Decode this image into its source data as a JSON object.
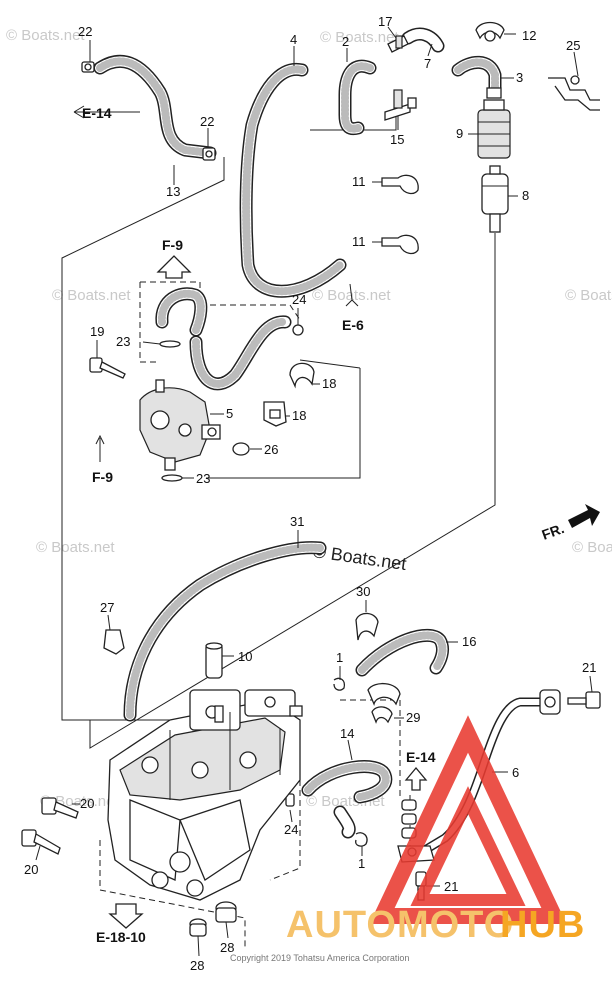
{
  "watermarks": [
    "© Boats.net",
    "© Boats.net",
    "© Boats.net",
    "© Boats.net",
    "© Boats.net",
    "© Boats.net",
    "© Boats.net",
    "© Boats.net",
    "© Boats.net"
  ],
  "watermark_center": "© Boats.net",
  "references": {
    "e14_top": "E-14",
    "f9_top": "F-9",
    "e6": "E-6",
    "f9_mid": "F-9",
    "e14_bottom": "E-14",
    "e1810": "E-18-10",
    "fr": "FR."
  },
  "callouts": [
    {
      "id": "c22a",
      "label": "22"
    },
    {
      "id": "c4",
      "label": "4"
    },
    {
      "id": "c2",
      "label": "2"
    },
    {
      "id": "c17",
      "label": "17"
    },
    {
      "id": "c7",
      "label": "7"
    },
    {
      "id": "c12",
      "label": "12"
    },
    {
      "id": "c25",
      "label": "25"
    },
    {
      "id": "c3",
      "label": "3"
    },
    {
      "id": "c22b",
      "label": "22"
    },
    {
      "id": "c15",
      "label": "15"
    },
    {
      "id": "c9",
      "label": "9"
    },
    {
      "id": "c13",
      "label": "13"
    },
    {
      "id": "c11a",
      "label": "11"
    },
    {
      "id": "c8",
      "label": "8"
    },
    {
      "id": "c11b",
      "label": "11"
    },
    {
      "id": "c24a",
      "label": "24"
    },
    {
      "id": "c19",
      "label": "19"
    },
    {
      "id": "c23a",
      "label": "23"
    },
    {
      "id": "c18a",
      "label": "18"
    },
    {
      "id": "c5",
      "label": "5"
    },
    {
      "id": "c18b",
      "label": "18"
    },
    {
      "id": "c26",
      "label": "26"
    },
    {
      "id": "c23b",
      "label": "23"
    },
    {
      "id": "c31",
      "label": "31"
    },
    {
      "id": "c30",
      "label": "30"
    },
    {
      "id": "c27",
      "label": "27"
    },
    {
      "id": "c16",
      "label": "16"
    },
    {
      "id": "c10",
      "label": "10"
    },
    {
      "id": "c21a",
      "label": "21"
    },
    {
      "id": "c1a",
      "label": "1"
    },
    {
      "id": "c29",
      "label": "29"
    },
    {
      "id": "c14",
      "label": "14"
    },
    {
      "id": "c6",
      "label": "6"
    },
    {
      "id": "c20a",
      "label": "20"
    },
    {
      "id": "c24b",
      "label": "24"
    },
    {
      "id": "c20b",
      "label": "20"
    },
    {
      "id": "c1b",
      "label": "1"
    },
    {
      "id": "c21b",
      "label": "21"
    },
    {
      "id": "c28a",
      "label": "28"
    },
    {
      "id": "c28b",
      "label": "28"
    }
  ],
  "brand": {
    "text_auto": "AUTOMOTO",
    "text_hub": "HUB",
    "color_auto": "#f5c26b",
    "color_hub": "#f5a623",
    "triangle_color": "#e83a30"
  },
  "copyright": "Copyright 2019 Tohatsu America Corporation"
}
